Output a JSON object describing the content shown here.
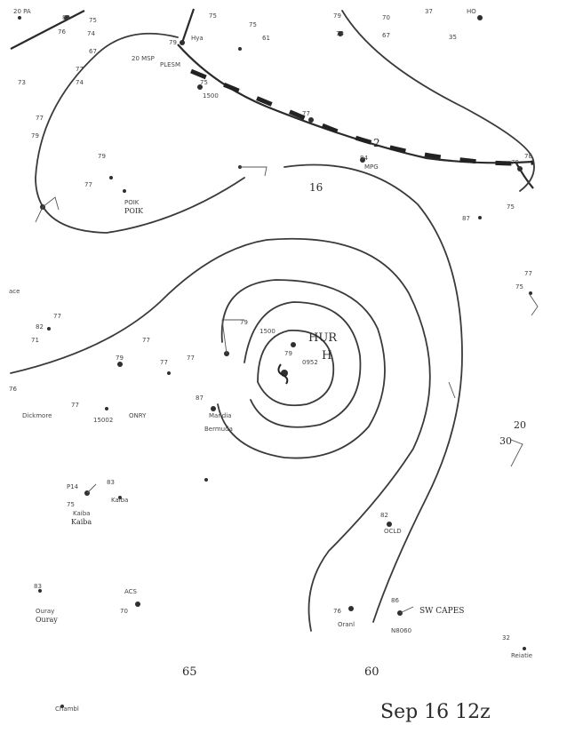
{
  "map": {
    "date_label": "Sep 16 12z",
    "storm_label": "HUR",
    "high_label": "H",
    "meridians": [
      "65",
      "60"
    ],
    "isobar_value": "16",
    "front_number": "2",
    "wind_barb_value": "20",
    "wind_barb_value_2": "30",
    "station_names": [
      "SW CAPES",
      "POIK",
      "Kaiba",
      "Ouray"
    ]
  }
}
